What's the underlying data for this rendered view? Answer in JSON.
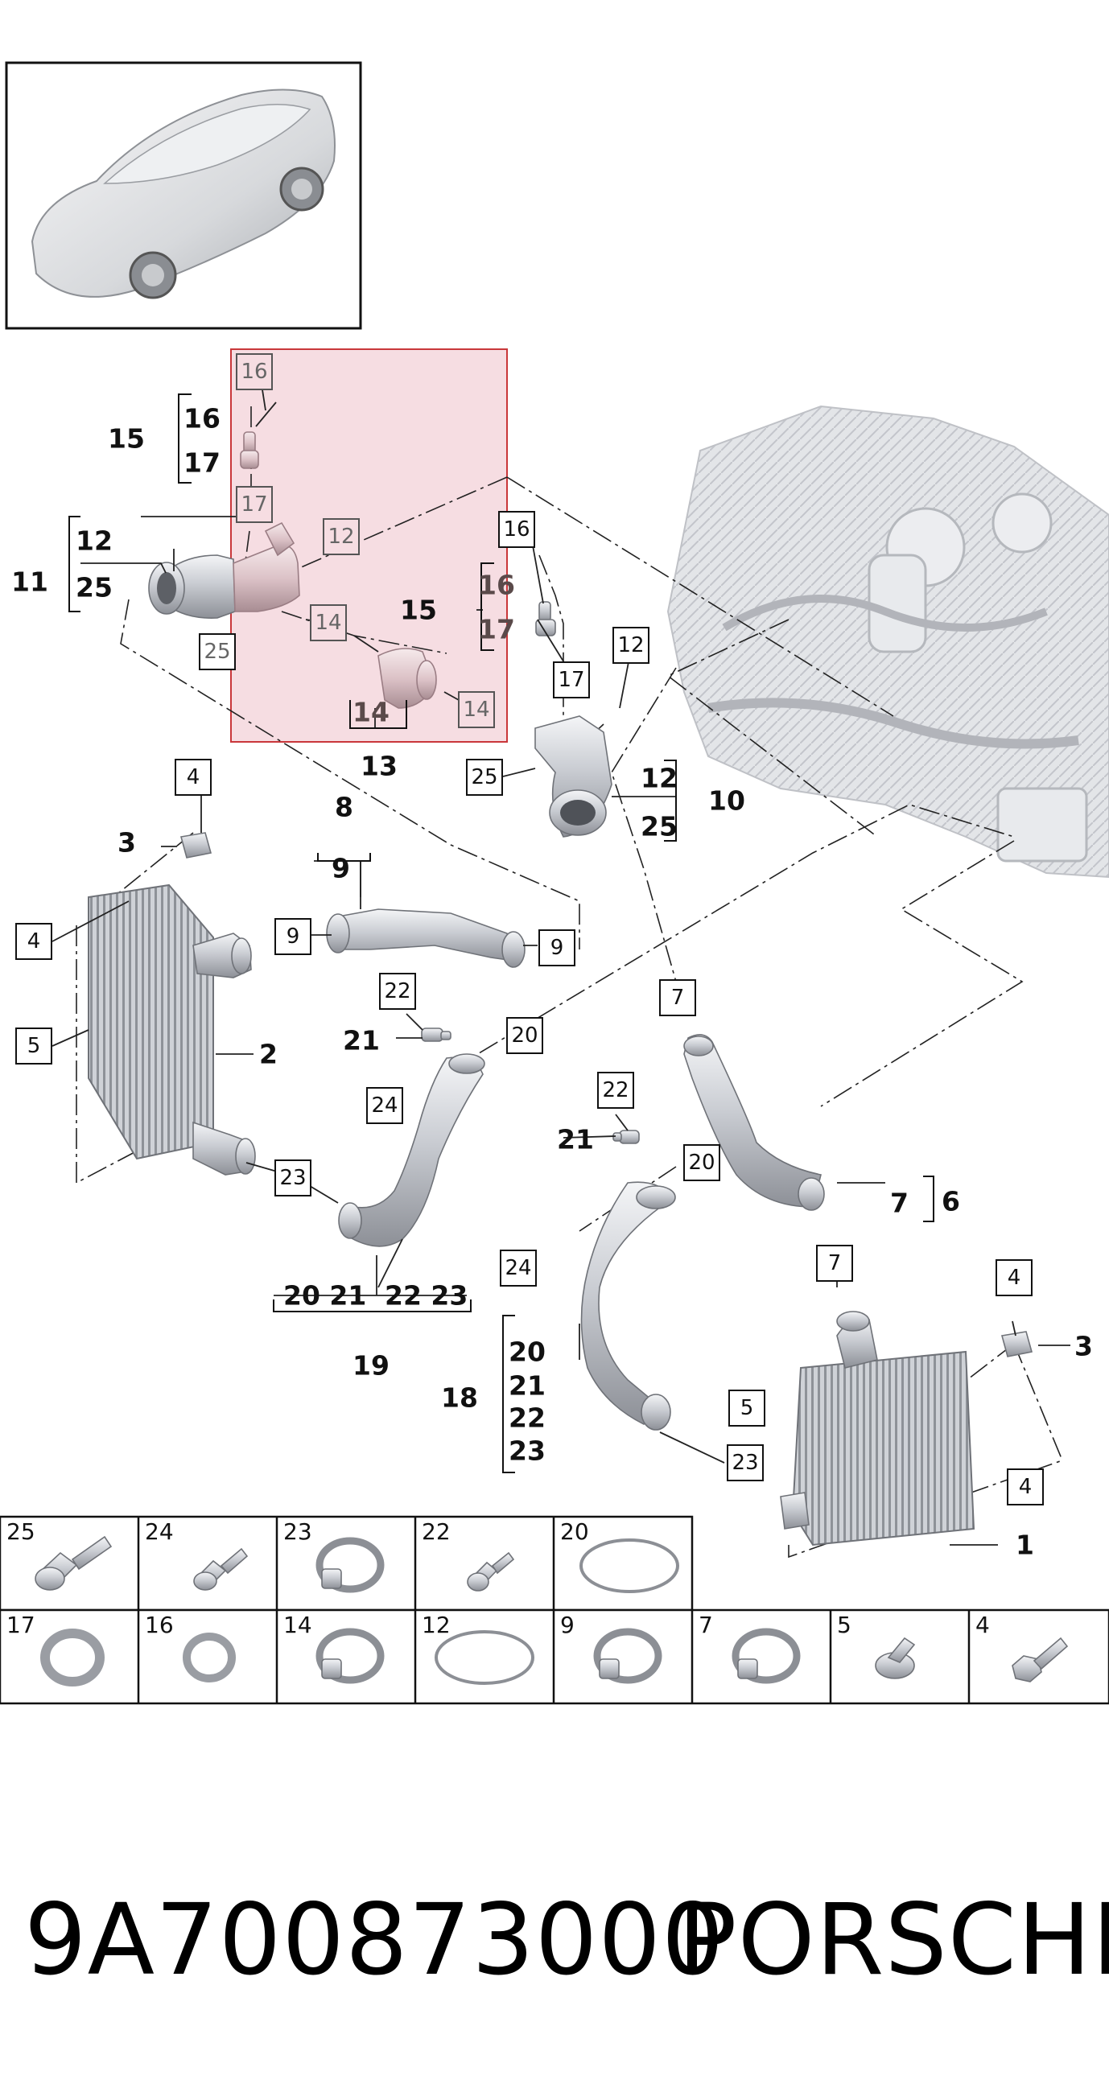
{
  "page": {
    "background": "#ffffff",
    "highlight_fill": "#f6dde2",
    "highlight_border": "#c9373a"
  },
  "callouts": {
    "c16_hl": "16",
    "c17_hl": "17",
    "c12_hl": "12",
    "c14_hl_a": "14",
    "c25_hl": "25",
    "c14_hl_b": "14",
    "c16_r": "16",
    "c17_r": "17",
    "c12_r": "12",
    "c25_r": "25",
    "c4_top": "4",
    "c4_left": "4",
    "c5_left": "5",
    "c9_a": "9",
    "c9_b": "9",
    "c22_a": "22",
    "c20_a": "20",
    "c24_a": "24",
    "c23_a": "23",
    "c7_a": "7",
    "c7_b": "7",
    "c22_b": "22",
    "c20_b": "20",
    "c24_b": "24",
    "c4_right": "4",
    "c5_right": "5",
    "c4_right_b": "4",
    "c23_b": "23"
  },
  "labels": {
    "l15_a": "15",
    "l16_a": "16",
    "l17_a": "17",
    "l11": "11",
    "l12_a": "12",
    "l25_a": "25",
    "l15_b": "15",
    "l16_b": "16",
    "l17_b": "17",
    "l14": "14",
    "l13": "13",
    "l12_b": "12",
    "l25_b": "25",
    "l10": "10",
    "l3_a": "3",
    "l8": "8",
    "l9": "9",
    "l2": "2",
    "l21_a": "21",
    "l21_b": "21",
    "l7": "7",
    "l6": "6",
    "l20_group": "20 21",
    "l22_group": "22 23",
    "l19": "19",
    "l18": "18",
    "l18_20": "20",
    "l18_21": "21",
    "l18_22": "22",
    "l18_23": "23",
    "l3_b": "3",
    "l1": "1"
  },
  "parts_table": {
    "row1": [
      "25",
      "24",
      "23",
      "22",
      "20"
    ],
    "row2": [
      "17",
      "16",
      "14",
      "12",
      "9",
      "7",
      "5",
      "4"
    ]
  },
  "footer": {
    "part_number": "9A700873000",
    "brand": "PORSCHE"
  }
}
